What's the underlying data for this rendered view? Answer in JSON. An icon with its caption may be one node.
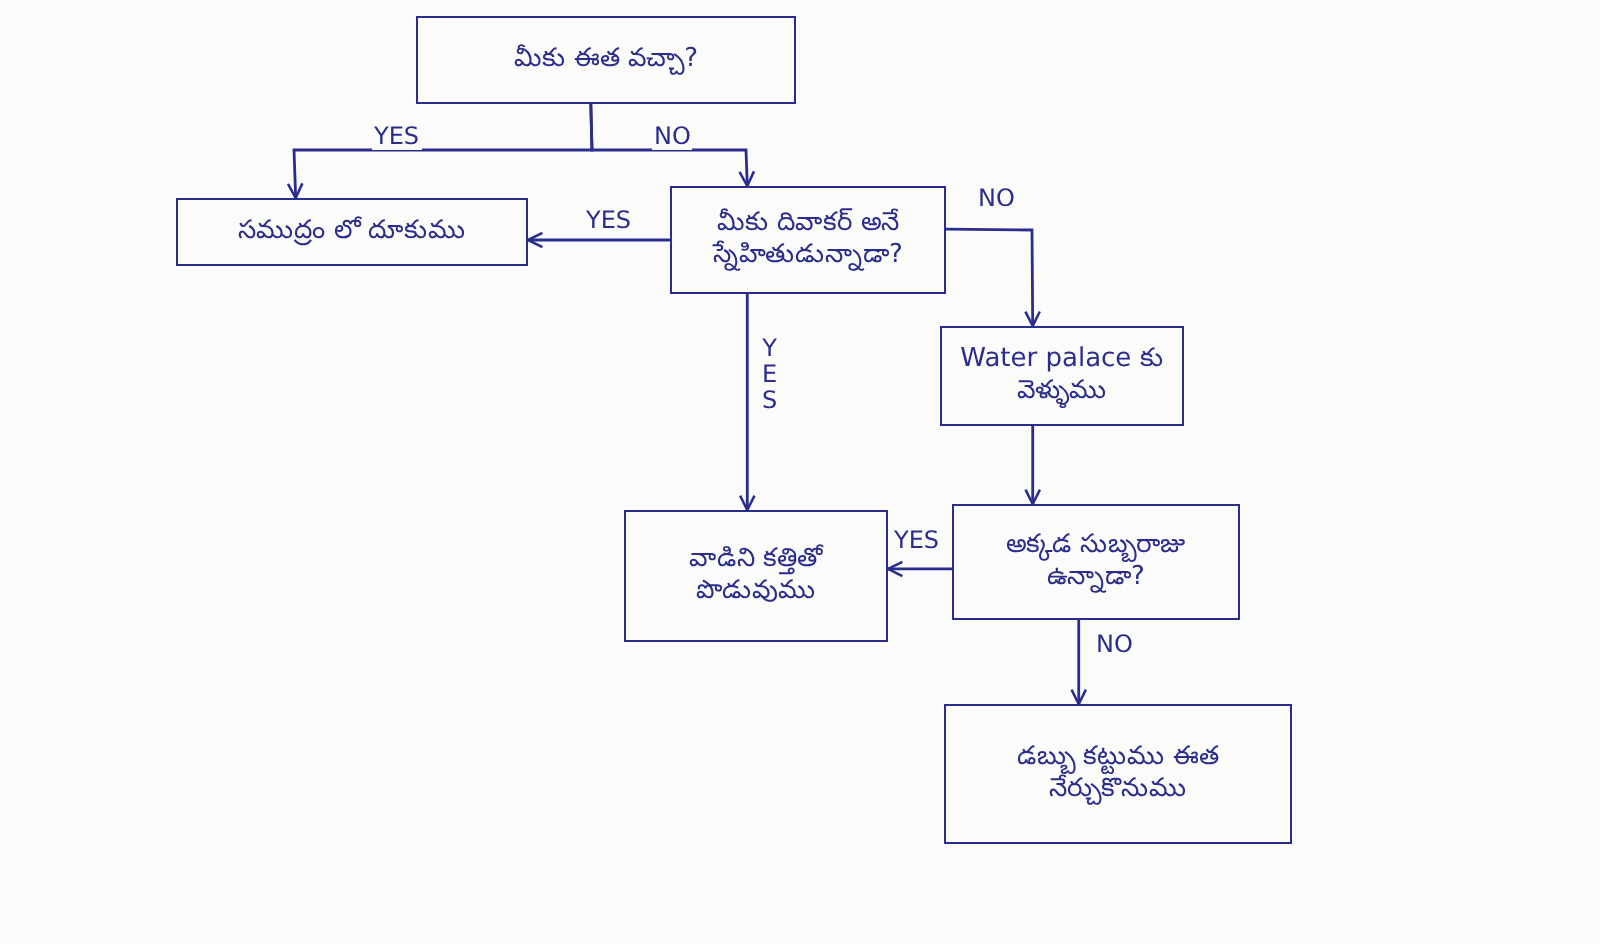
{
  "diagram": {
    "nodes": [
      {
        "text": [
          "మీకు ఈత వచ్చా?"
        ]
      },
      {
        "text": [
          "సముద్రం లో దూకుము"
        ]
      },
      {
        "text": [
          "మీకు దివాకర్ అనే స్నేహితుడున్నాడా?"
        ]
      },
      {
        "text": [
          "Water palace కు వెళ్ళుము"
        ]
      },
      {
        "text": [
          "అక్కడ సుబ్బరాజు ఉన్నాడా?"
        ]
      },
      {
        "text": [
          "వాడిని కత్తితో పొడువుము"
        ]
      },
      {
        "text": [
          "డబ్బు కట్టుము ఈత నేర్చుకొనుము"
        ]
      }
    ],
    "edges": [
      {
        "from": 0,
        "to": 1,
        "arrow": "to",
        "label": "YES"
      },
      {
        "from": 0,
        "to": 2,
        "arrow": "to",
        "label": "NO"
      },
      {
        "from": 2,
        "to": 1,
        "arrow": "to",
        "label": "YES"
      },
      {
        "from": 2,
        "to": 3,
        "arrow": "to",
        "label": "NO"
      },
      {
        "from": 2,
        "to": 5,
        "arrow": "to",
        "label": "YES"
      },
      {
        "from": 3,
        "to": 4,
        "arrow": "to"
      },
      {
        "from": 4,
        "to": 5,
        "arrow": "to",
        "label": "YES"
      },
      {
        "from": 4,
        "to": 6,
        "arrow": "to",
        "label": "NO"
      }
    ]
  }
}
